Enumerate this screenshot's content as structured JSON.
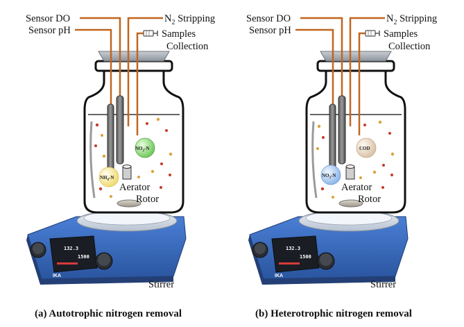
{
  "panels": [
    {
      "sensor_do": "Sensor DO",
      "sensor_ph": "Sensor pH",
      "n2_prefix": "N",
      "n2_sub": "2",
      "n2_suffix": " Stripping",
      "samples": "Samples",
      "collection": "Collection",
      "aerator": "Aerator",
      "rotor": "Rotor",
      "stirrer": "Stirrer",
      "caption": "(a) Autotrophic nitrogen removal",
      "bubble_top": {
        "base": "NO",
        "sub": "2",
        "suffix": "-N"
      },
      "bubble_bottom": {
        "base": "NH",
        "sub": "4",
        "suffix": "-N"
      },
      "display_main": "132.3",
      "display_side": "1500",
      "brand": "IKA"
    },
    {
      "sensor_do": "Sensor DO",
      "sensor_ph": "Sensor pH",
      "n2_prefix": "N",
      "n2_sub": "2",
      "n2_suffix": " Stripping",
      "samples": "Samples",
      "collection": "Collection",
      "aerator": "Aerator",
      "rotor": "Rotor",
      "stirrer": "Stirrer",
      "caption": "(b)  Heterotrophic nitrogen removal",
      "bubble_top": {
        "base": "COD",
        "sub": "",
        "suffix": ""
      },
      "bubble_bottom": {
        "base": "NO",
        "sub": "3",
        "suffix": "-N"
      },
      "display_main": "132.3",
      "display_side": "1500",
      "brand": "IKA"
    }
  ],
  "colors": {
    "tube": "#c2651f",
    "plate_blue": "#3d6fc4",
    "bubble_green": "#7fcf6a",
    "bubble_yellow": "#f4e89a",
    "bubble_blue": "#a8c8ee",
    "bubble_tan": "#ead9c4"
  }
}
